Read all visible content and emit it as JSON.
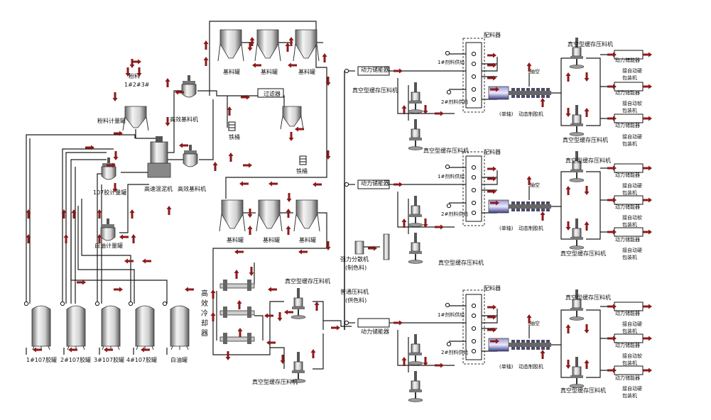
{
  "colors": {
    "pipe": "#1a1a1a",
    "arrow": "#8b1a1a",
    "tank_light": "#f2f2f2",
    "tank_dark": "#6a6a6a",
    "screw": "#3a3a8a"
  },
  "raw": {
    "powder_top": "粉料",
    "powder_nums": "1#2#3#",
    "powder_meter": "粉料计量罐",
    "glue_meter": "107胶计量罐",
    "oil_meter": "白油计量罐",
    "mixer": "高速混泥机",
    "base_mixer_1": "高效基料机",
    "base_mixer_2": "高效基料机",
    "filter": "过滤器",
    "bucket_1": "铁桶",
    "bucket_2": "铁桶",
    "glue_tanks": [
      "1#107胶罐",
      "2#107胶罐",
      "3#107胶罐",
      "4#107胶罐",
      "白油罐"
    ]
  },
  "base_tanks": {
    "top": [
      "基料罐",
      "基料罐",
      "基料罐"
    ],
    "bottom": [
      "基料罐",
      "基料罐",
      "基料罐"
    ]
  },
  "cooler": "高效冷却器",
  "press_mid_top": "真空型缓存压料机",
  "press_mid_bottom": "真空型缓存压料机",
  "color": {
    "disperser": "强力分散机",
    "disperser_sub": "(制色料)",
    "press": "普通压料机",
    "press_sub": "(供色料)"
  },
  "lines": [
    {
      "power_store": "动力储能器",
      "press_label": "真空型缓存压料机",
      "feed1": "1#剂料供给",
      "feed2": "2#剂料供给",
      "batcher": "配料器",
      "vacuum": "抽空",
      "single": "(单轴)",
      "mixer": "动态制胶机",
      "press_top": "真空型缓存压料机",
      "press_bottom": "真空型缓存压料机",
      "outputs": [
        "动力储能器",
        "动力储能器",
        "动力储能器"
      ],
      "pack1": "接自动硬包装机",
      "pack2": "接自动软包装机",
      "pack3": "接自动硬包装机"
    },
    {
      "power_store": "动力储能器",
      "press_label": "真空型缓存压料机",
      "feed1": "1#剂料供给",
      "feed2": "2#剂料供给",
      "batcher": "配料器",
      "vacuum": "抽空",
      "single": "(单轴)",
      "mixer": "动态制胶机",
      "press_top": "真空型缓存压料机",
      "press_bottom": "真空型缓存压料机",
      "outputs": [
        "动力储能器",
        "动力储能器",
        "动力储能器"
      ],
      "pack1": "接自动硬包装机",
      "pack2": "接自动软包装机",
      "pack3": "接自动硬包装机"
    },
    {
      "power_store": "动力储能器",
      "press_label": "真空型缓存压料机",
      "feed1": "1#剂料供给",
      "feed2": "2#剂料供给",
      "batcher": "配料器",
      "vacuum": "抽空",
      "single": "(单轴)",
      "mixer": "动态制胶机",
      "press_top": "真空型缓存压料机",
      "press_bottom": "真空型缓存压料机",
      "outputs": [
        "动力储能器",
        "动力储能器",
        "动力储能器"
      ],
      "pack1": "接自动硬包装机",
      "pack2": "接自动软包装机",
      "pack3": "接自动硬包装机"
    }
  ]
}
